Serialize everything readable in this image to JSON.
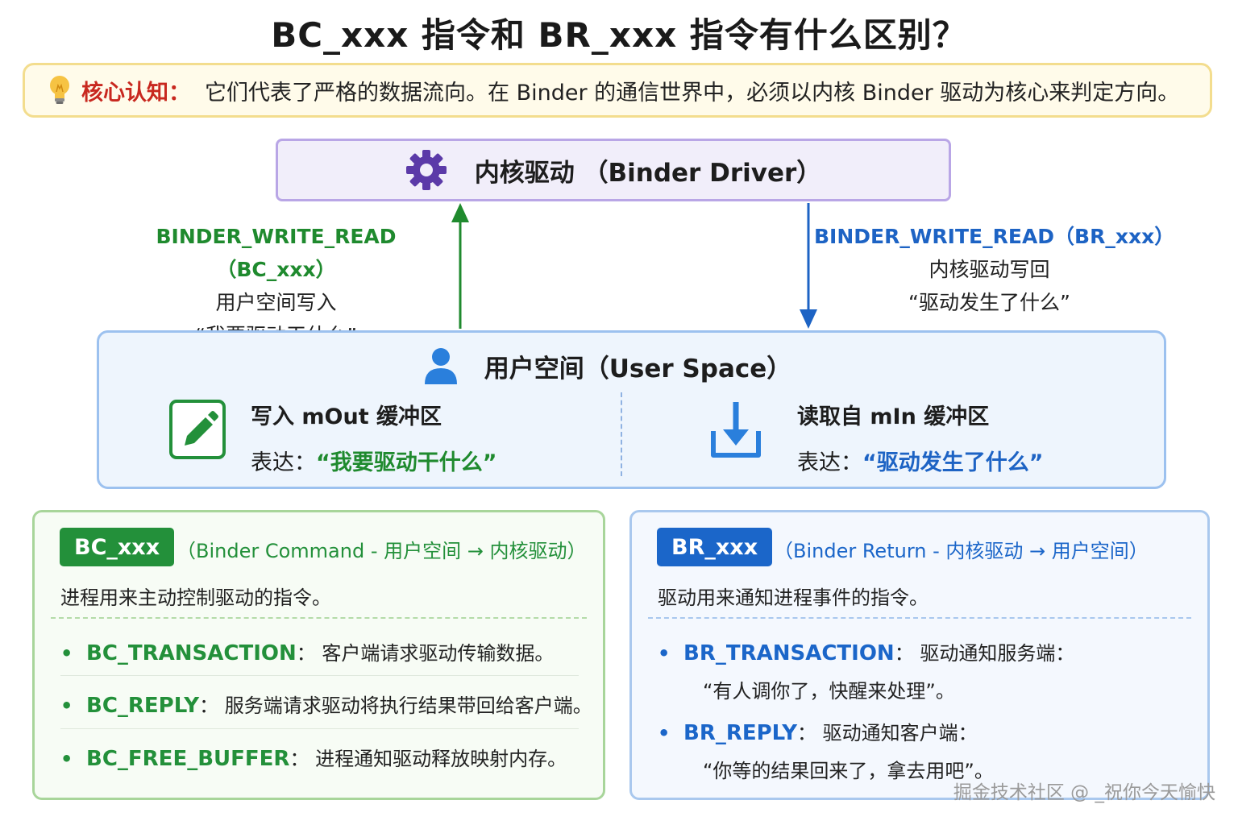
{
  "title": "BC_xxx 指令和 BR_xxx 指令有什么区别？",
  "core": {
    "icon": "lightbulb-icon",
    "label": "核心认知：",
    "text": "它们代表了严格的数据流向。在 Binder 的通信世界中，必须以内核 Binder 驱动为核心来判定方向。"
  },
  "driver": {
    "icon": "gear-icon",
    "title": "内核驱动 （Binder Driver）"
  },
  "arrows": {
    "up": {
      "command": "BINDER_WRITE_READ（BC_xxx）",
      "line1": "用户空间写入",
      "line2": "“我要驱动干什么”",
      "color": "#1f8a2e"
    },
    "down": {
      "command": "BINDER_WRITE_READ（BR_xxx）",
      "line1": "内核驱动写回",
      "line2": "“驱动发生了什么”",
      "color": "#1d63c4"
    }
  },
  "user_space": {
    "icon": "user-icon",
    "title": "用户空间（User Space）",
    "left": {
      "icon": "pencil-edit-icon",
      "title": "写入 mOut 缓冲区",
      "prefix": "表达：",
      "quote": "“我要驱动干什么”"
    },
    "right": {
      "icon": "download-icon",
      "title": "读取自 mIn 缓冲区",
      "prefix": "表达：",
      "quote": "“驱动发生了什么”"
    }
  },
  "bc_panel": {
    "badge": "BC_xxx",
    "subtitle": "（Binder Command - 用户空间 → 内核驱动）",
    "description": "进程用来主动控制驱动的指令。",
    "items": [
      {
        "name": "BC_TRANSACTION",
        "text": "：  客户端请求驱动传输数据。"
      },
      {
        "name": "BC_REPLY",
        "text": "：  服务端请求驱动将执行结果带回给客户端。"
      },
      {
        "name": "BC_FREE_BUFFER",
        "text": "：  进程通知驱动释放映射内存。"
      }
    ]
  },
  "br_panel": {
    "badge": "BR_xxx",
    "subtitle": "（Binder Return - 内核驱动 → 用户空间）",
    "description": "驱动用来通知进程事件的指令。",
    "items": [
      {
        "name": "BR_TRANSACTION",
        "text": "：  驱动通知服务端：",
        "sub": "“有人调你了，快醒来处理”。"
      },
      {
        "name": "BR_REPLY",
        "text": "：  驱动通知客户端：",
        "sub": "“你等的结果回来了，拿去用吧”。"
      }
    ]
  },
  "watermark": "掘金技术社区 @ _祝你今天愉快"
}
